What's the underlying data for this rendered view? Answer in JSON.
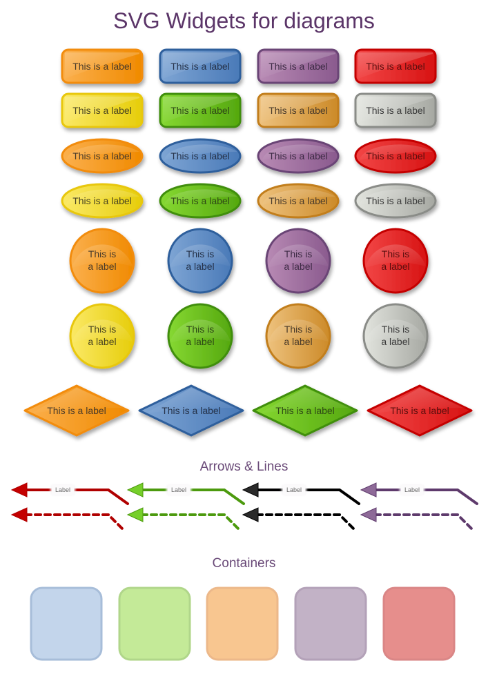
{
  "title": "SVG Widgets for diagrams",
  "widget_label": "This is a label",
  "circle_label_lines": [
    "This is",
    "a label"
  ],
  "palettes": {
    "orange": {
      "light": "#fbb04e",
      "dark": "#f08a00",
      "stroke": "#f28c0e",
      "text": "#4a3a2a"
    },
    "blue": {
      "light": "#7ea5d4",
      "dark": "#4a7ab8",
      "stroke": "#2f5f9c",
      "text": "#25334a"
    },
    "purple": {
      "light": "#b88ab4",
      "dark": "#8a5a8e",
      "stroke": "#6b4576",
      "text": "#3e2c44"
    },
    "red": {
      "light": "#f24646",
      "dark": "#d71313",
      "stroke": "#c40000",
      "text": "#5a1010"
    },
    "yellow": {
      "light": "#fbe966",
      "dark": "#e6cd0a",
      "stroke": "#e8c70a",
      "text": "#4a4420"
    },
    "green": {
      "light": "#86d832",
      "dark": "#55a80f",
      "stroke": "#3f8e08",
      "text": "#2f4a18"
    },
    "tan": {
      "light": "#eec27e",
      "dark": "#cc8a28",
      "stroke": "#c27e1a",
      "text": "#4a3a2a"
    },
    "gray": {
      "light": "#e2e4de",
      "dark": "#a6a8a2",
      "stroke": "#8a8c88",
      "text": "#3a3a3a"
    }
  },
  "rows": [
    {
      "shape": "rounded-rect",
      "colors": [
        "orange",
        "blue",
        "purple",
        "red"
      ]
    },
    {
      "shape": "rounded-rect",
      "colors": [
        "yellow",
        "green",
        "tan",
        "gray"
      ]
    },
    {
      "shape": "ellipse",
      "colors": [
        "orange",
        "blue",
        "purple",
        "red"
      ]
    },
    {
      "shape": "ellipse",
      "colors": [
        "yellow",
        "green",
        "tan",
        "gray"
      ]
    },
    {
      "shape": "circle",
      "colors": [
        "orange",
        "blue",
        "purple",
        "red"
      ]
    },
    {
      "shape": "circle",
      "colors": [
        "yellow",
        "green",
        "tan",
        "gray"
      ]
    },
    {
      "shape": "diamond",
      "colors": [
        "orange",
        "blue",
        "green",
        "red"
      ]
    }
  ],
  "arrows_section": {
    "title": "Arrows & Lines",
    "label": "Label",
    "arrows": [
      {
        "color": "#b00000",
        "head": "#c40000"
      },
      {
        "color": "#4c9a0e",
        "head": "#76cf2a"
      },
      {
        "color": "#000000",
        "head": "#2a2a2a"
      },
      {
        "color": "#5e3a6c",
        "head": "#8e6a98"
      }
    ],
    "styles": [
      "solid-labeled",
      "dashed"
    ]
  },
  "containers_section": {
    "title": "Containers",
    "containers": [
      {
        "fill": "#c3d5eb",
        "stroke": "#a7bdd9"
      },
      {
        "fill": "#c4ea98",
        "stroke": "#b0d68a"
      },
      {
        "fill": "#f8c690",
        "stroke": "#ecb88a"
      },
      {
        "fill": "#c2b2c6",
        "stroke": "#b3a1b8"
      },
      {
        "fill": "#e68e8c",
        "stroke": "#da8686"
      }
    ]
  }
}
